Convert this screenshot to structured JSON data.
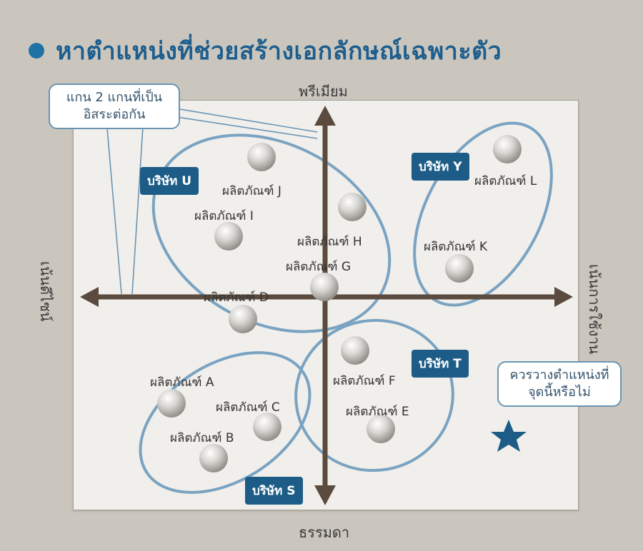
{
  "title": "หาตำแหน่งที่ช่วยสร้างเอกลักษณ์เฉพาะตัว",
  "axes": {
    "top": "พรีเมียม",
    "bottom": "ธรรมดา",
    "left": "เน้นดีไซน์",
    "right": "เน้นการใช้งาน"
  },
  "callouts": {
    "axes": "แกน 2 แกนที่เป็นอิสระต่อกัน",
    "question": "ควรวางตำแหน่งที่จุดนี้หรือไม่"
  },
  "companies": [
    {
      "id": "u",
      "label": "บริษัท U"
    },
    {
      "id": "y",
      "label": "บริษัท Y"
    },
    {
      "id": "t",
      "label": "บริษัท T"
    },
    {
      "id": "s",
      "label": "บริษัท S"
    }
  ],
  "products": [
    {
      "id": "j",
      "label": "ผลิตภัณฑ์ J"
    },
    {
      "id": "i",
      "label": "ผลิตภัณฑ์ I"
    },
    {
      "id": "h",
      "label": "ผลิตภัณฑ์ H"
    },
    {
      "id": "g",
      "label": "ผลิตภัณฑ์ G"
    },
    {
      "id": "d",
      "label": "ผลิตภัณฑ์ D"
    },
    {
      "id": "l",
      "label": "ผลิตภัณฑ์ L"
    },
    {
      "id": "k",
      "label": "ผลิตภัณฑ์ K"
    },
    {
      "id": "f",
      "label": "ผลิตภัณฑ์ F"
    },
    {
      "id": "e",
      "label": "ผลิตภัณฑ์ E"
    },
    {
      "id": "a",
      "label": "ผลิตภัณฑ์ A"
    },
    {
      "id": "c",
      "label": "ผลิตภัณฑ์ C"
    },
    {
      "id": "b",
      "label": "ผลิตภัณฑ์ B"
    }
  ],
  "colors": {
    "ring": "#7aa3c2",
    "axis": "#5a4b3e",
    "badge": "#1c5c86",
    "title": "#1e5e8e",
    "star": "#1c5c86"
  }
}
